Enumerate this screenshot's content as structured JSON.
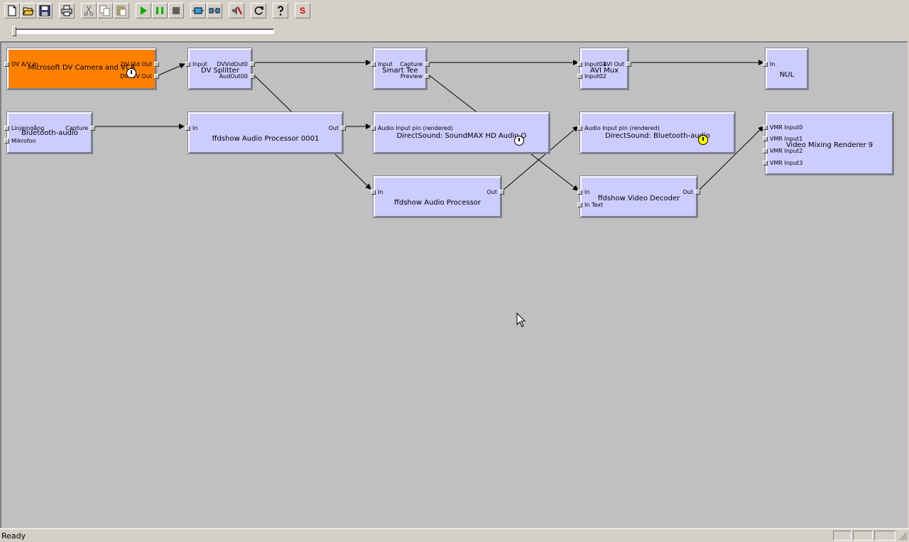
{
  "toolbar": {
    "buttons": [
      {
        "name": "new-file-icon"
      },
      {
        "name": "open-folder-icon"
      },
      {
        "name": "save-icon"
      },
      {
        "name": "print-icon"
      },
      {
        "name": "cut-icon"
      },
      {
        "name": "copy-icon"
      },
      {
        "name": "paste-icon"
      },
      {
        "name": "play-icon"
      },
      {
        "name": "pause-icon"
      },
      {
        "name": "stop-icon"
      },
      {
        "name": "insert-filter-icon"
      },
      {
        "name": "connect-pins-icon"
      },
      {
        "name": "mute-audio-icon"
      },
      {
        "name": "refresh-icon"
      },
      {
        "name": "help-icon"
      },
      {
        "name": "seek-icon"
      }
    ],
    "seek_label": "S"
  },
  "seek": {
    "position": 0
  },
  "graph": {
    "filters": [
      {
        "id": "dv-camera",
        "name": "Microsoft DV Camera and VCR",
        "color": "#ff8000",
        "clock": "white",
        "in_pins": [
          "DV A/V In"
        ],
        "out_pins": [
          "DV Vid Out",
          "DV A/V Out"
        ]
      },
      {
        "id": "dv-splitter",
        "name": "DV Splitter",
        "in_pins": [
          "Input"
        ],
        "out_pins": [
          "DVVidOut0",
          "AudOut00"
        ]
      },
      {
        "id": "smart-tee",
        "name": "Smart Tee",
        "in_pins": [
          "Input"
        ],
        "out_pins": [
          "Capture",
          "Preview"
        ]
      },
      {
        "id": "avi-mux",
        "name": "AVI Mux",
        "in_pins": [
          "Input01",
          "Input02"
        ],
        "out_pins": [
          "AVI Out"
        ]
      },
      {
        "id": "nul",
        "name": "NUL",
        "in_pins": [
          "In"
        ],
        "out_pins": []
      },
      {
        "id": "bluetooth-audio",
        "name": "Bluetooth-audio",
        "in_pins": [
          "Linjeingång",
          "Mikrofon"
        ],
        "out_pins": [
          "Capture"
        ]
      },
      {
        "id": "ffdshow-audio-0001",
        "name": "ffdshow Audio Processor 0001",
        "in_pins": [
          "In"
        ],
        "out_pins": [
          "Out"
        ]
      },
      {
        "id": "ds-soundmax",
        "name": "DirectSound: SoundMAX HD Audio O",
        "clock": "white",
        "in_pins": [
          "Audio Input pin (rendered)"
        ],
        "out_pins": []
      },
      {
        "id": "ds-bluetooth",
        "name": "DirectSound: Bluetooth-audio",
        "clock": "yellow",
        "in_pins": [
          "Audio Input pin (rendered)"
        ],
        "out_pins": []
      },
      {
        "id": "vmr9",
        "name": "Video Mixing Renderer 9",
        "in_pins": [
          "VMR Input0",
          "VMR Input1",
          "VMR Input2",
          "VMR Input3"
        ],
        "out_pins": []
      },
      {
        "id": "ffdshow-audio",
        "name": "ffdshow Audio Processor",
        "in_pins": [
          "In"
        ],
        "out_pins": [
          "Out"
        ]
      },
      {
        "id": "ffdshow-video",
        "name": "ffdshow Video Decoder",
        "in_pins": [
          "In",
          "In Text"
        ],
        "out_pins": [
          "Out"
        ]
      }
    ]
  },
  "status": {
    "text": "Ready"
  }
}
